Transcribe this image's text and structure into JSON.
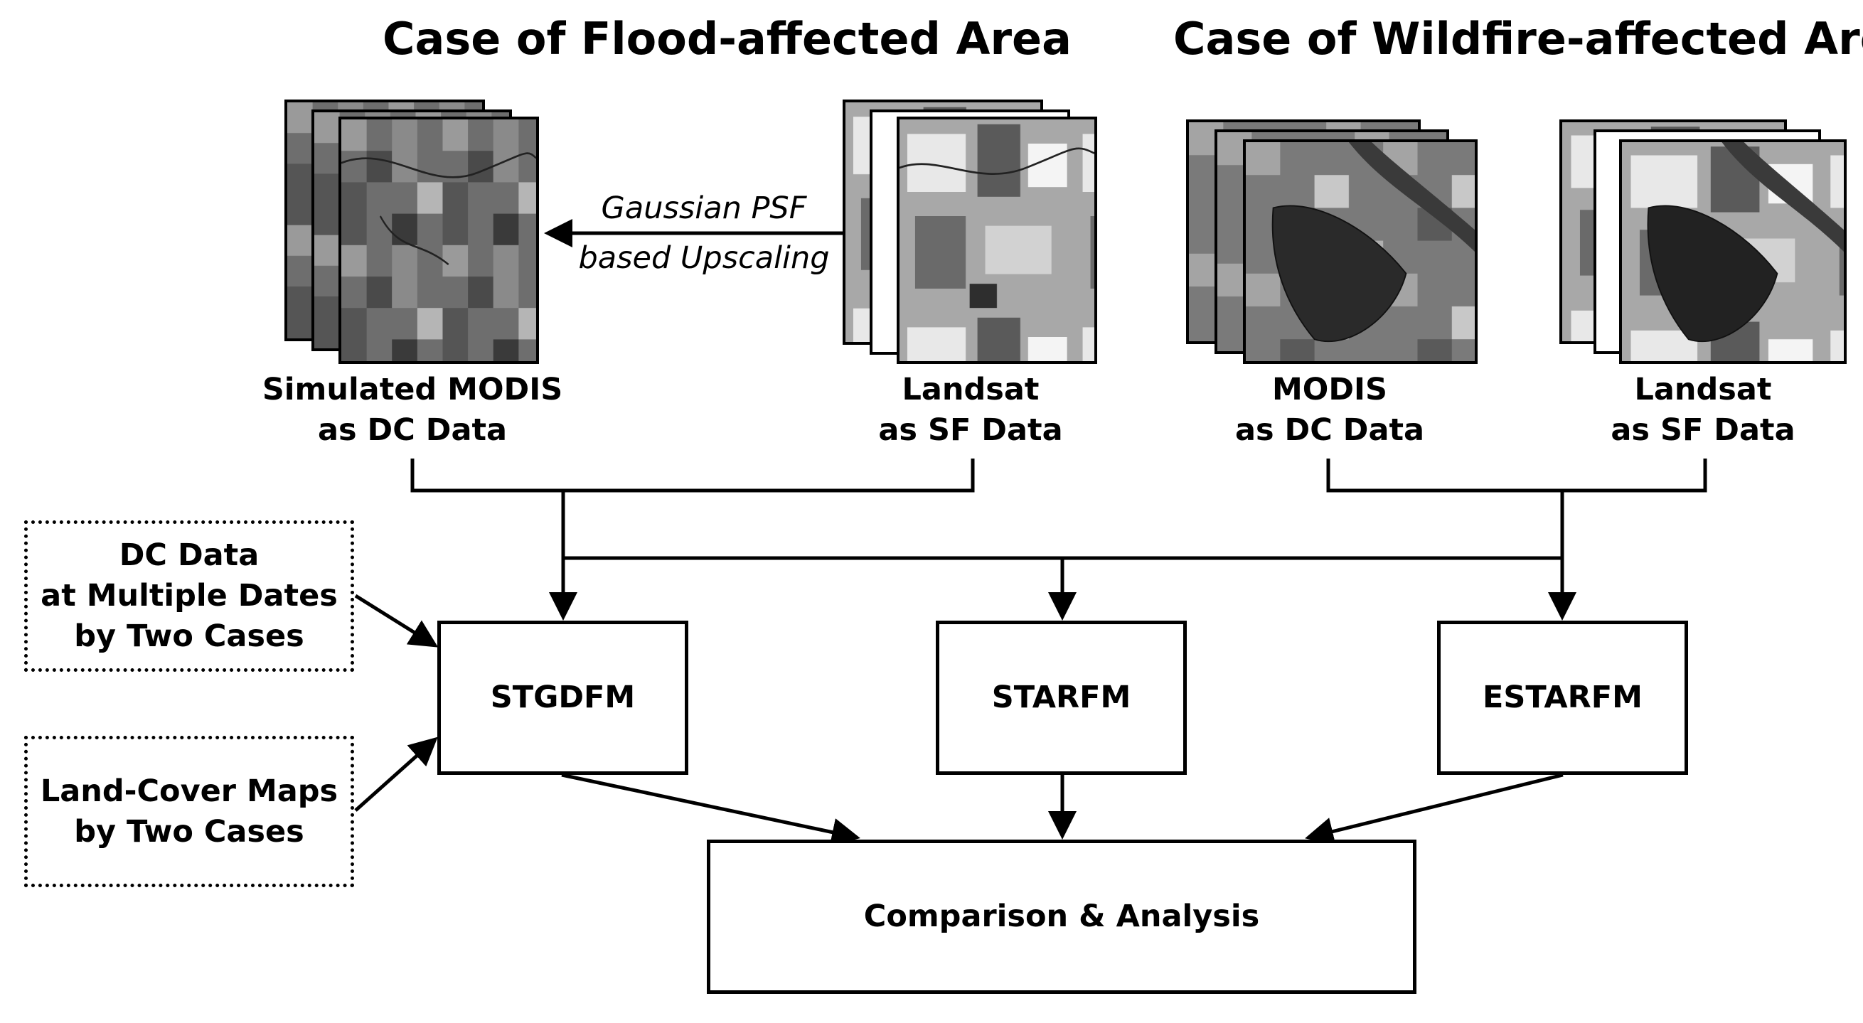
{
  "titles": {
    "flood": "Case of Flood-affected Area",
    "wildfire": "Case of Wildfire-affected Area"
  },
  "images": {
    "simulated_modis": {
      "line1": "Simulated MODIS",
      "line2": "as DC Data"
    },
    "landsat_flood": {
      "line1": "Landsat",
      "line2": "as SF Data"
    },
    "modis_wildfire": {
      "line1": "MODIS",
      "line2": "as DC Data"
    },
    "landsat_wildfire": {
      "line1": "Landsat",
      "line2": "as SF Data"
    }
  },
  "upscaling_label": {
    "line1": "Gaussian PSF",
    "line2": "based Upscaling"
  },
  "inputs": {
    "dc_data": {
      "line1": "DC Data",
      "line2": "at Multiple Dates",
      "line3": "by Two Cases"
    },
    "land_cover": {
      "line1": "Land-Cover Maps",
      "line2": "by Two Cases"
    }
  },
  "models": {
    "stgdfm": "STGDFM",
    "starfm": "STARFM",
    "estarfm": "ESTARFM"
  },
  "output": "Comparison & Analysis",
  "colors": {
    "line": "#000000",
    "background": "#ffffff"
  }
}
